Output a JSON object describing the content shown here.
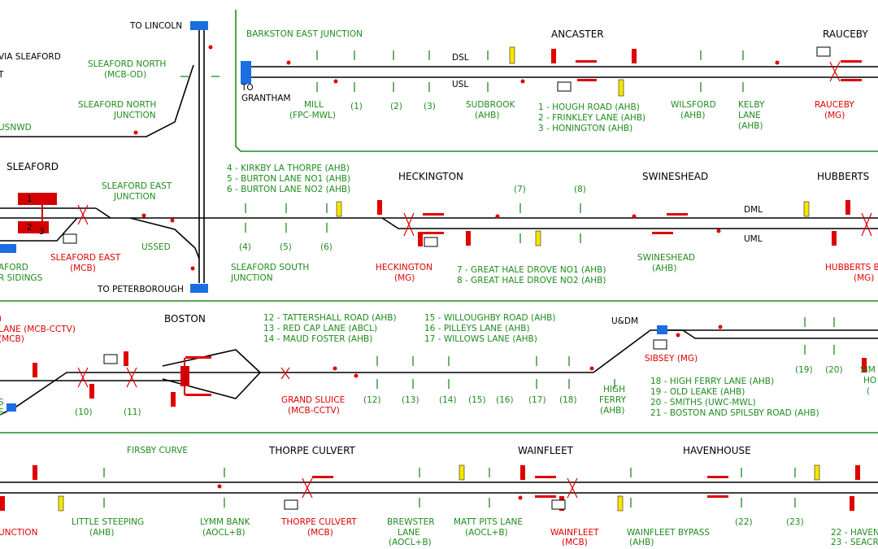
{
  "stations": {
    "ancaster": "ANCASTER",
    "rauceby_title": "RAUCEBY",
    "sleaford": "SLEAFORD",
    "heckington": "HECKINGTON",
    "swineshead": "SWINESHEAD",
    "hubberts_title": "HUBBERTS",
    "boston": "BOSTON",
    "thorpe_culvert": "THORPE CULVERT",
    "wainfleet": "WAINFLEET",
    "havenhouse": "HAVENHOUSE"
  },
  "destinations": {
    "lincoln": "TO LINCOLN",
    "peterborough": "TO PETERBOROUGH",
    "grantham_1": "TO",
    "grantham_2": "GRANTHAM"
  },
  "lines": {
    "dsl": "DSL",
    "usl": "USL",
    "dml": "DML",
    "uml": "UML",
    "udm": "U&DM"
  },
  "junctions": {
    "via_sleaford": "VIA SLEAFORD",
    "left_t": "T",
    "usnwd": "USNWD",
    "sleaford_north_1": "SLEAFORD NORTH",
    "sleaford_north_2": "(MCB-OD)",
    "sleaford_north_jn_1": "SLEAFORD NORTH",
    "sleaford_north_jn_2": "JUNCTION",
    "barkston": "BARKSTON EAST JUNCTION",
    "sleaford_east_jn_1": "SLEAFORD EAST",
    "sleaford_east_jn_2": "JUNCTION",
    "ussed": "USSED",
    "sleaford_south_1": "SLEAFORD SOUTH",
    "sleaford_south_2": "JUNCTION",
    "firsby_curve": "FIRSBY CURVE"
  },
  "boxes": {
    "rauceby_1": "RAUCEBY",
    "rauceby_2": "(MG)",
    "sleaford_east_1": "SLEAFORD EAST",
    "sleaford_east_2": "(MCB)",
    "heckington_1": "HECKINGTON",
    "heckington_2": "(MG)",
    "hubberts_1": "HUBBERTS B",
    "hubberts_2": "(MG)",
    "lane_cctv": "LANE (MCB-CCTV)",
    "mcb": "(MCB)",
    "left_paren": ")",
    "grand_sluice_1": "GRAND SLUICE",
    "grand_sluice_2": "(MCB-CCTV)",
    "sibsey": "SIBSEY (MG)",
    "thorpe_culvert_1": "THORPE CULVERT",
    "thorpe_culvert_2": "(MCB)",
    "wainfleet_1": "WAINFLEET",
    "wainfleet_2": "(MCB)",
    "junction_red": "UNCTION"
  },
  "crossings": {
    "mill_1": "MILL",
    "mill_2": "(FPC-MWL)",
    "c1": "(1)",
    "c2": "(2)",
    "c3": "(3)",
    "sudbrook_1": "SUDBROOK",
    "sudbrook_2": "(AHB)",
    "wilsford_1": "WILSFORD",
    "wilsford_2": "(AHB)",
    "kelby_1": "KELBY",
    "kelby_2": "LANE",
    "kelby_3": "(AHB)",
    "c4": "(4)",
    "c5": "(5)",
    "c6": "(6)",
    "c7": "(7)",
    "c8": "(8)",
    "swineshead_1": "SWINESHEAD",
    "swineshead_2": "(AHB)",
    "c10": "(10)",
    "c11": "(11)",
    "c12": "(12)",
    "c13": "(13)",
    "c14": "(14)",
    "c15": "(15)",
    "c16": "(16)",
    "c17": "(17)",
    "c18": "(18)",
    "high_ferry_1": "HIGH",
    "high_ferry_2": "FERRY",
    "high_ferry_3": "(AHB)",
    "c19": "(19)",
    "c20": "(20)",
    "sim_1": "SIM",
    "sim_2": "HO",
    "sim_3": "(",
    "little_steeping_1": "LITTLE STEEPING",
    "little_steeping_2": "(AHB)",
    "lymm_bank_1": "LYMM BANK",
    "lymm_bank_2": "(AOCL+B)",
    "brewster_1": "BREWSTER",
    "brewster_2": "LANE",
    "brewster_3": "(AOCL+B)",
    "matt_pits_1": "MATT PITS LANE",
    "matt_pits_2": "(AOCL+B)",
    "wainfleet_bypass_1": "WAINFLEET BYPASS",
    "wainfleet_bypass_2": "(AHB)",
    "c22": "(22)",
    "c23": "(23)",
    "left_s_1": "S",
    "left_s_2": "S",
    "left_aford": "AFORD",
    "left_sidings": "R SIDINGS"
  },
  "legends": {
    "ancaster_list": [
      "1 - HOUGH ROAD (AHB)",
      "2 - FRINKLEY LANE (AHB)",
      "3 - HONINGTON (AHB)"
    ],
    "sleaford_list": [
      "4 - KIRKBY LA THORPE (AHB)",
      "5 - BURTON LANE NO1 (AHB)",
      "6 - BURTON LANE NO2 (AHB)"
    ],
    "heckington_list": [
      "7 - GREAT HALE DROVE NO1 (AHB)",
      "8 - GREAT HALE DROVE NO2 (AHB)"
    ],
    "boston_list_a": [
      "12 - TATTERSHALL ROAD (AHB)",
      "13 - RED CAP LANE (ABCL)",
      "14 - MAUD FOSTER (AHB)"
    ],
    "boston_list_b": [
      "15 - WILLOUGHBY ROAD (AHB)",
      "16 - PILLEYS LANE (AHB)",
      "17 - WILLOWS LANE (AHB)"
    ],
    "sibsey_list": [
      "18 - HIGH FERRY LANE (AHB)",
      "19 - OLD LEAKE (AHB)",
      "20 - SMITHS (UWC-MWL)",
      "21 - BOSTON AND SPILSBY ROAD (AHB)"
    ],
    "havenhouse_list": [
      "22 - HAVEN",
      "23 - SEACR"
    ]
  },
  "platform_numbers": {
    "p1": "1",
    "p2": "2",
    "p3": "3"
  }
}
